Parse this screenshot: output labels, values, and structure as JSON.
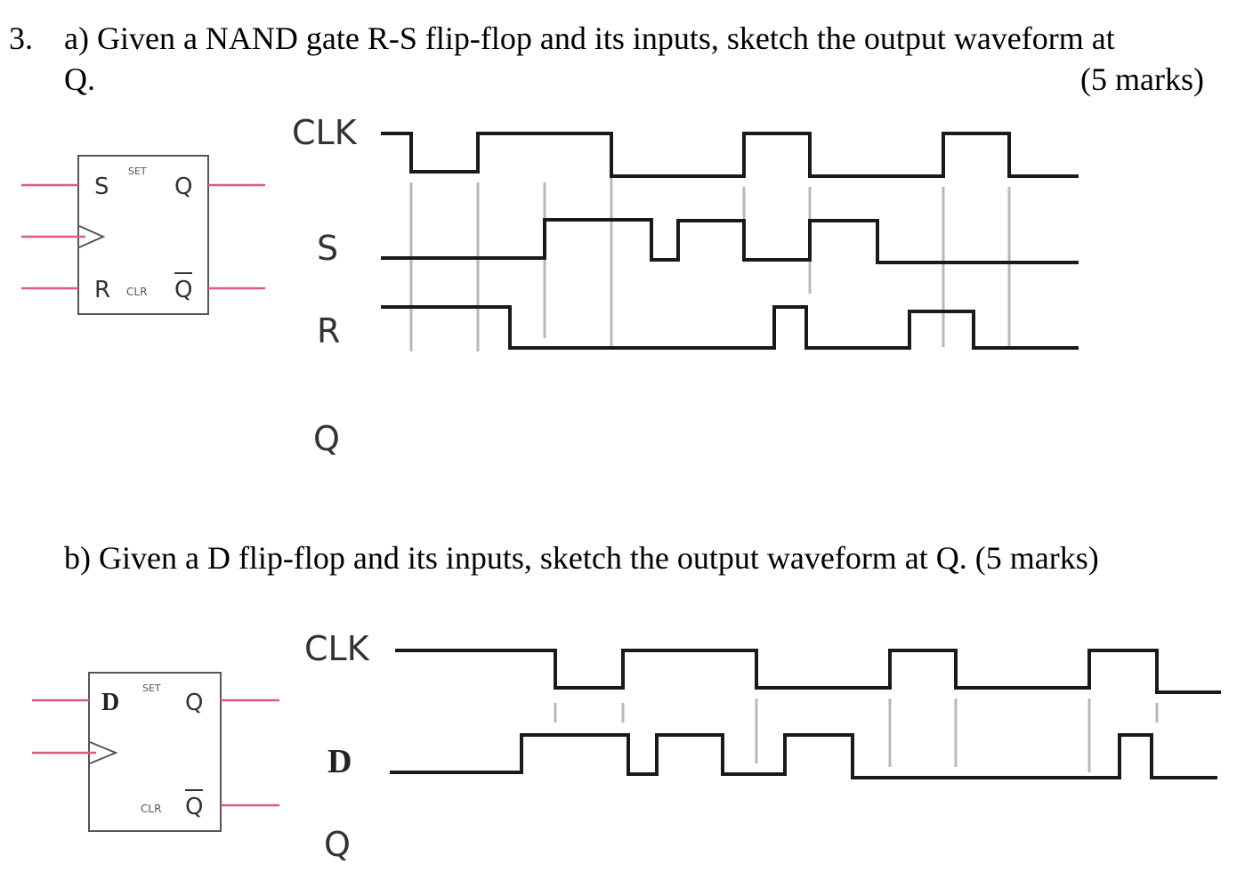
{
  "question": {
    "number": "3.",
    "part_a_line1": "a) Given a NAND gate R-S flip-flop and its inputs, sketch the output waveform at",
    "part_a_line2": "Q.",
    "part_a_marks": "(5 marks)",
    "part_b_line": "b) Given a D flip-flop and its inputs, sketch the output waveform at Q. (5 marks)"
  },
  "rs_flipflop": {
    "s": "S",
    "set": "SET",
    "q": "Q",
    "r": "R",
    "clr": "CLR",
    "qbar": "Q"
  },
  "rs_waveforms": {
    "clk_label": "CLK",
    "s_label": "S",
    "r_label": "R",
    "q_label": "Q"
  },
  "d_flipflop": {
    "d": "D",
    "set": "SET",
    "q": "Q",
    "clr": "CLR",
    "qbar": "Q"
  },
  "d_waveforms": {
    "clk_label": "CLK",
    "d_label": "D",
    "q_label": "Q"
  },
  "colors": {
    "pin_line": "#e05a7a",
    "waveform": "#1a1a1a",
    "guide_line": "#b8b8b8"
  }
}
